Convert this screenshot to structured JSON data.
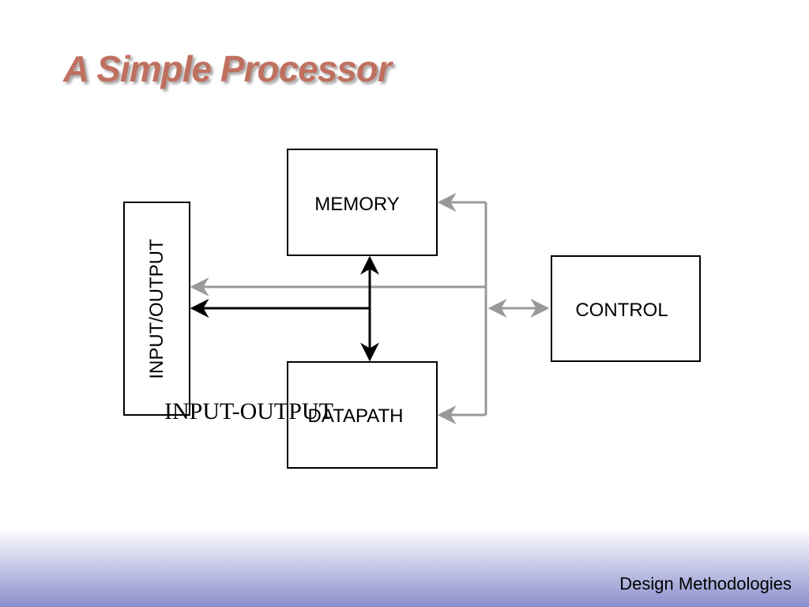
{
  "slide": {
    "title": "A Simple Processor",
    "footer": "Design Methodologies"
  },
  "diagram": {
    "blocks": {
      "memory": "MEMORY",
      "datapath": "DATAPATH",
      "control": "CONTROL",
      "io": "INPUT/OUTPUT"
    },
    "overlay_label": "INPUT-OUTPUT"
  },
  "colors": {
    "title": "#c0705f",
    "control_lines": "#999999",
    "data_lines": "#000000",
    "footer_gradient_end": "#8a8fcc"
  }
}
